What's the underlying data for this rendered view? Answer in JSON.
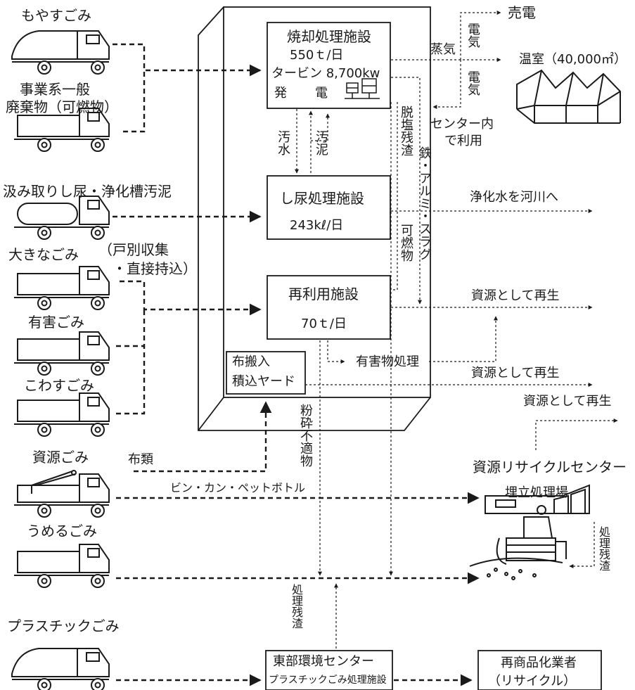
{
  "sources": {
    "moyasu": "もやすごみ",
    "jigyokei_1": "事業系一般",
    "jigyokei_2": "廃棄物（可燃物）",
    "kumitori": "汲み取りし尿・浄化槽汚泥",
    "ookina": "大きなごみ",
    "ookina_note_1": "（戸別収集",
    "ookina_note_2": "・直接持込）",
    "yugai": "有害ごみ",
    "kowasu": "こわすごみ",
    "shigen": "資源ごみ",
    "umeru": "うめるごみ",
    "plastic": "プラスチックごみ"
  },
  "facilities": {
    "incinerator_title": "焼却処理施設",
    "incinerator_capacity": "550ｔ/日",
    "incinerator_turbine": "タービン 8,700kw",
    "incinerator_power_1": "発",
    "incinerator_power_2": "電",
    "shinyo_title": "し尿処理施設",
    "shinyo_capacity": "243kℓ/日",
    "reuse_title": "再利用施設",
    "reuse_capacity": "70ｔ/日",
    "cloth_yard_1": "布搬入",
    "cloth_yard_2": "積込ヤード",
    "tobu_title": "東部環境センター",
    "tobu_sub": "プラスチックごみ処理施設",
    "recycle_center": "資源リサイクルセンター",
    "landfill": "埋立処理場",
    "recommercial_1": "再商品化業者",
    "recommercial_2": "（リサイクル）"
  },
  "flows": {
    "baiden": "売電",
    "denki_top": "電気",
    "jouki": "蒸気",
    "greenhouse": "温室（40,000㎡）",
    "denki_mid": "電気",
    "center_use_1": "センター内",
    "center_use_2": "で利用",
    "osui": "汚水",
    "odei": "汚泥",
    "datsuen": "脱塩残渣",
    "metal_slag": "鉄・アルミ・スラグ",
    "kanen": "可燃物",
    "purified": "浄化水を河川へ",
    "regen_1": "資源として再生",
    "regen_2": "資源として再生",
    "regen_3": "資源として再生",
    "hazardous": "有害物処理",
    "funsai": "粉砕不適物",
    "cloth": "布類",
    "bottles": "ビン・カン・ペットボトル",
    "residue_left": "処理残渣",
    "residue_right": "処理残渣"
  },
  "icons": [
    "packer-truck-icon",
    "flatbed-truck-icon",
    "tank-truck-icon",
    "crane-truck-icon",
    "greenhouse-icon",
    "turbine-icon",
    "factory-icon",
    "bulldozer-icon"
  ]
}
